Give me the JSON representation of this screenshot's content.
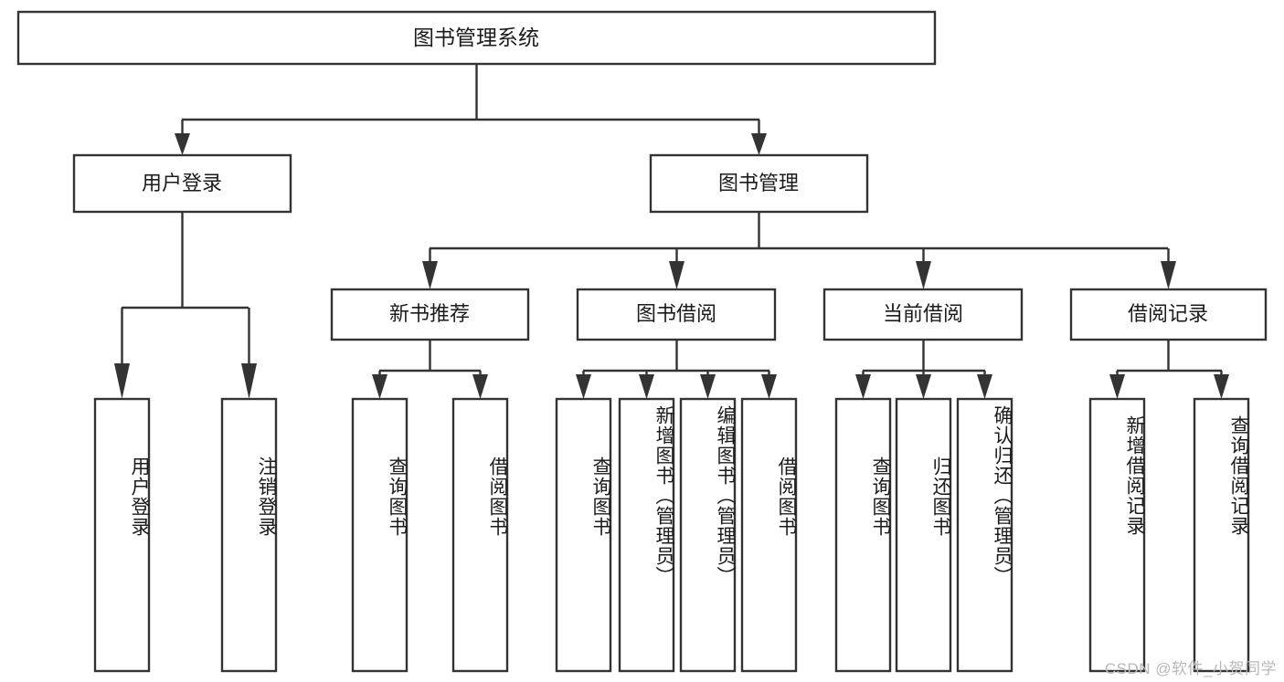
{
  "diagram": {
    "type": "tree",
    "title": "图书管理系统",
    "root": {
      "id": "root",
      "label": "图书管理系统",
      "orientation": "horizontal"
    },
    "level1": [
      {
        "id": "user-login",
        "label": "用户登录",
        "orientation": "horizontal"
      },
      {
        "id": "book-manage",
        "label": "图书管理",
        "orientation": "horizontal"
      }
    ],
    "level2": [
      {
        "id": "new-book-recommend",
        "label": "新书推荐",
        "parent": "book-manage",
        "orientation": "horizontal"
      },
      {
        "id": "book-borrow",
        "label": "图书借阅",
        "parent": "book-manage",
        "orientation": "horizontal"
      },
      {
        "id": "current-borrow",
        "label": "当前借阅",
        "parent": "book-manage",
        "orientation": "horizontal"
      },
      {
        "id": "borrow-record",
        "label": "借阅记录",
        "parent": "book-manage",
        "orientation": "horizontal"
      }
    ],
    "leaves": [
      {
        "id": "leaf-user-login",
        "label": "用户登录",
        "parent": "user-login",
        "orientation": "vertical"
      },
      {
        "id": "leaf-user-logout",
        "label": "注销登录",
        "parent": "user-login",
        "orientation": "vertical"
      },
      {
        "id": "leaf-query-book-1",
        "label": "查询图书",
        "parent": "new-book-recommend",
        "orientation": "vertical"
      },
      {
        "id": "leaf-borrow-book-1",
        "label": "借阅图书",
        "parent": "new-book-recommend",
        "orientation": "vertical"
      },
      {
        "id": "leaf-query-book-2",
        "label": "查询图书",
        "parent": "book-borrow",
        "orientation": "vertical"
      },
      {
        "id": "leaf-add-book",
        "label": "新增图书（管理员）",
        "parent": "book-borrow",
        "orientation": "vertical"
      },
      {
        "id": "leaf-edit-book",
        "label": "编辑图书（管理员）",
        "parent": "book-borrow",
        "orientation": "vertical"
      },
      {
        "id": "leaf-borrow-book-2",
        "label": "借阅图书",
        "parent": "book-borrow",
        "orientation": "vertical"
      },
      {
        "id": "leaf-query-book-3",
        "label": "查询图书",
        "parent": "current-borrow",
        "orientation": "vertical"
      },
      {
        "id": "leaf-return-book",
        "label": "归还图书",
        "parent": "current-borrow",
        "orientation": "vertical"
      },
      {
        "id": "leaf-confirm-return",
        "label": "确认归还（管理员）",
        "parent": "current-borrow",
        "orientation": "vertical"
      },
      {
        "id": "leaf-add-record",
        "label": "新增借阅记录",
        "parent": "borrow-record",
        "orientation": "vertical"
      },
      {
        "id": "leaf-query-record",
        "label": "查询借阅记录",
        "parent": "borrow-record",
        "orientation": "vertical"
      }
    ],
    "colors": {
      "stroke": "#333333",
      "fill": "#ffffff",
      "text": "#1b1b1b",
      "watermark": "#b8b8b8"
    }
  },
  "watermark": {
    "text": "CSDN @软件_小贺同学"
  }
}
